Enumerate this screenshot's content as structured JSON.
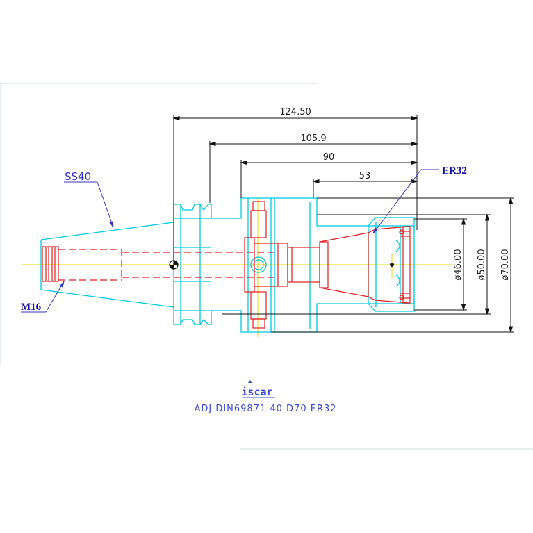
{
  "dimensions": {
    "overall_length": "124.50",
    "length_2": "105.9",
    "length_3": "90",
    "length_4": "53",
    "dia_46": "ø46.00",
    "dia_50": "ø50.00",
    "dia_70": "ø70.00"
  },
  "labels": {
    "taper": "SS40",
    "thread": "M16",
    "collet": "ER32"
  },
  "brand": "iscar",
  "caption": "ADJ DIN69871 40 D70 ER32",
  "colors": {
    "outline": "#00c8e0",
    "internal": "#e02020",
    "centerline": "#e8d800",
    "dimension": "#111111",
    "label_blue": "#3434c4",
    "caption": "#3a4ad6"
  }
}
